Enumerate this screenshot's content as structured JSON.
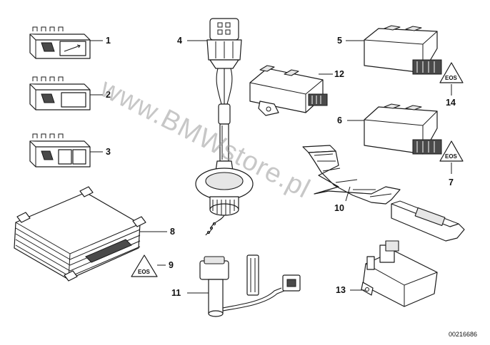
{
  "watermark": "www.BMWstore.pl",
  "reference_number": "00216686",
  "warning_symbol_text": "EOS",
  "callouts": {
    "c1": "1",
    "c2": "2",
    "c3": "3",
    "c4": "4",
    "c5": "5",
    "c6": "6",
    "c7": "7",
    "c8": "8",
    "c9": "9",
    "c10": "10",
    "c11": "11",
    "c12": "12",
    "c13": "13",
    "c14": "14"
  }
}
